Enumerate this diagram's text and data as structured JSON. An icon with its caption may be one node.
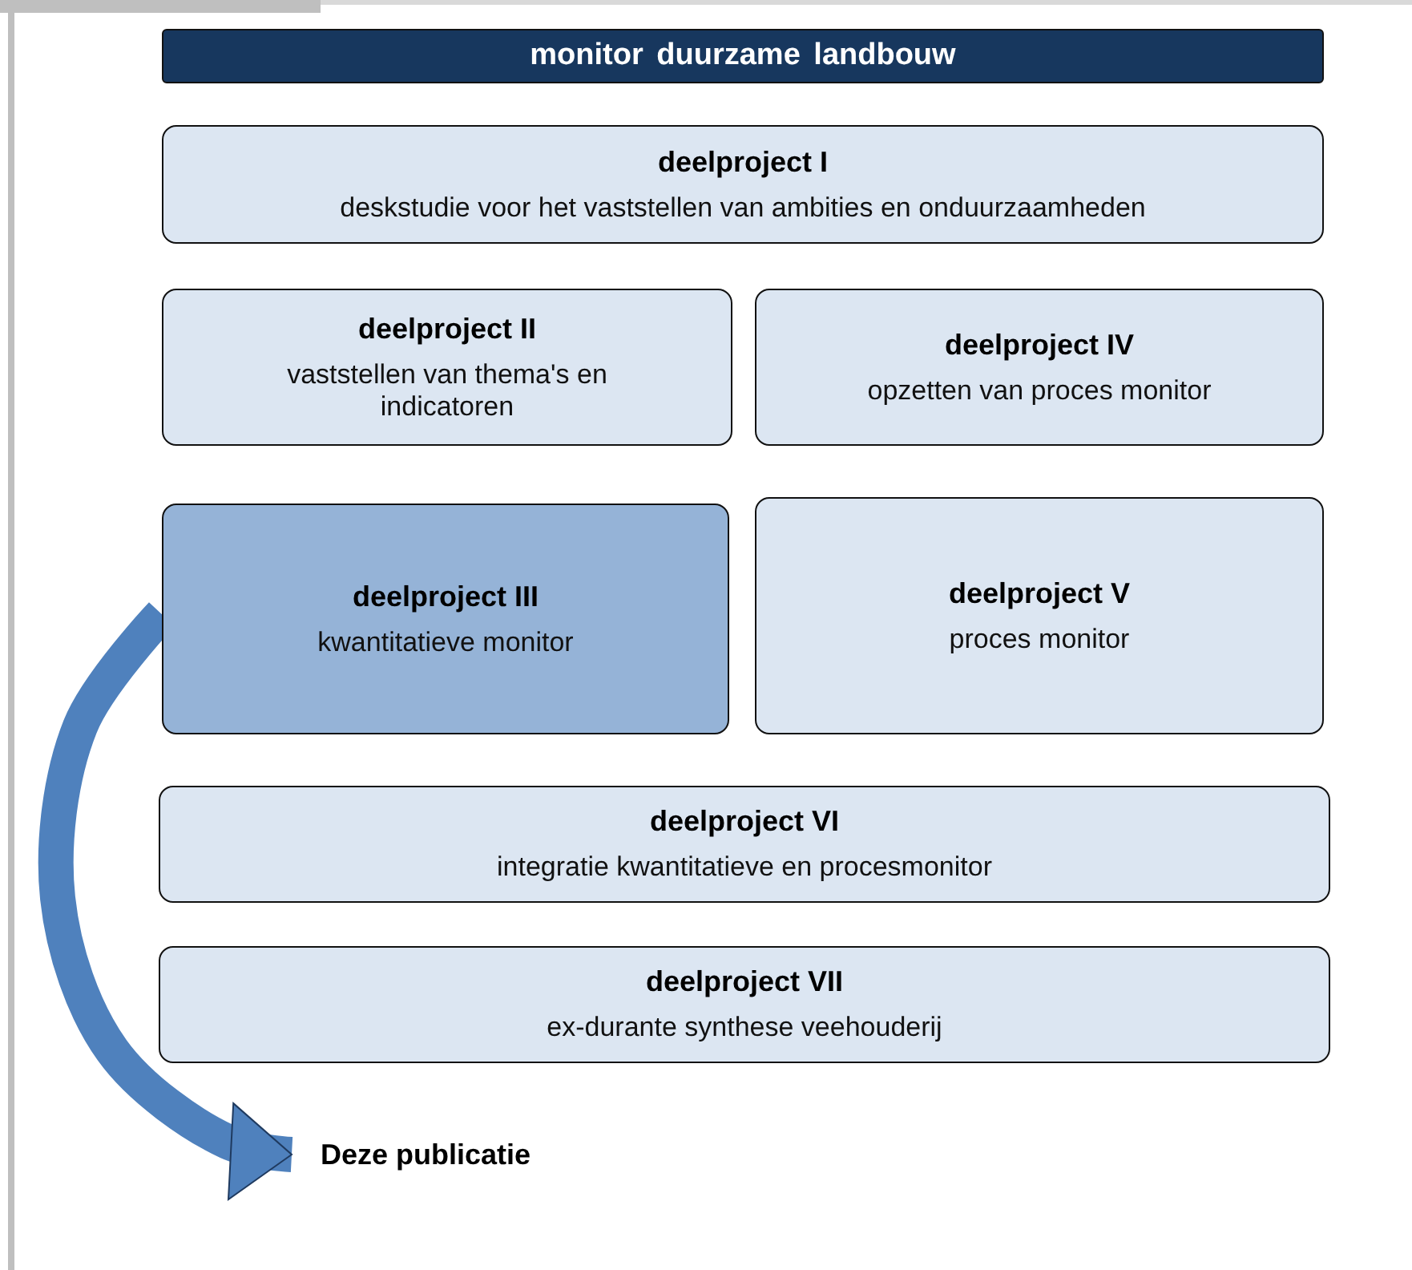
{
  "diagram": {
    "nodes": [
      {
        "text": [
          "monitor duurzame landbouw"
        ]
      },
      {
        "text": [
          "deelproject I",
          "deskstudie voor het vaststellen van ambities en onduurzaamheden"
        ]
      },
      {
        "text": [
          "deelproject II",
          "vaststellen van thema's en indicatoren"
        ]
      },
      {
        "text": [
          "deelproject IV",
          "opzetten van proces monitor"
        ]
      },
      {
        "text": [
          "deelproject III",
          "kwantitatieve monitor"
        ]
      },
      {
        "text": [
          "deelproject V",
          "proces monitor"
        ]
      },
      {
        "text": [
          "deelproject VI",
          "integratie kwantitatieve en procesmonitor"
        ]
      },
      {
        "text": [
          "deelproject VII",
          "ex-durante synthese veehouderij"
        ]
      },
      {
        "text": [
          "Deze publicatie"
        ]
      }
    ],
    "edges": [
      {
        "from": 4,
        "to": 8,
        "arrow": "to"
      }
    ]
  }
}
